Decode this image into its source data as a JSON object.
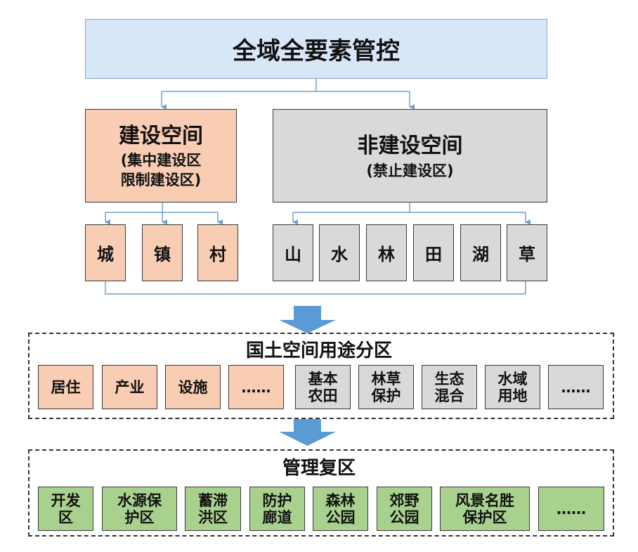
{
  "top": {
    "title": "全域全要素管控"
  },
  "construction": {
    "title": "建设空间",
    "line1": "(集中建设区",
    "line2": "限制建设区)"
  },
  "nonconstruction": {
    "title": "非建设空间",
    "sub": "(禁止建设区)"
  },
  "construction_items": [
    "城",
    "镇",
    "村"
  ],
  "nonconstruction_items": [
    "山",
    "水",
    "林",
    "田",
    "湖",
    "草"
  ],
  "zoning": {
    "title": "国土空间用途分区",
    "orange_items": [
      "居住",
      "产业",
      "设施",
      "……"
    ],
    "gray_items": [
      [
        "基本",
        "农田"
      ],
      [
        "林草",
        "保护"
      ],
      [
        "生态",
        "混合"
      ],
      [
        "水域",
        "用地"
      ],
      [
        "……",
        ""
      ]
    ]
  },
  "overlay": {
    "title": "管理复区",
    "items": [
      [
        "开发",
        "区"
      ],
      [
        "水源保",
        "护区"
      ],
      [
        "蓄滞",
        "洪区"
      ],
      [
        "防护",
        "廊道"
      ],
      [
        "森林",
        "公园"
      ],
      [
        "郊野",
        "公园"
      ],
      [
        "风景名胜",
        "保护区"
      ],
      [
        "……",
        ""
      ]
    ]
  },
  "colors": {
    "blue_fill": "#d7e7f7",
    "orange_fill": "#f8cdb3",
    "gray_fill": "#d9d9d9",
    "green_fill": "#a9d18e",
    "connector": "#6fa0d0"
  }
}
